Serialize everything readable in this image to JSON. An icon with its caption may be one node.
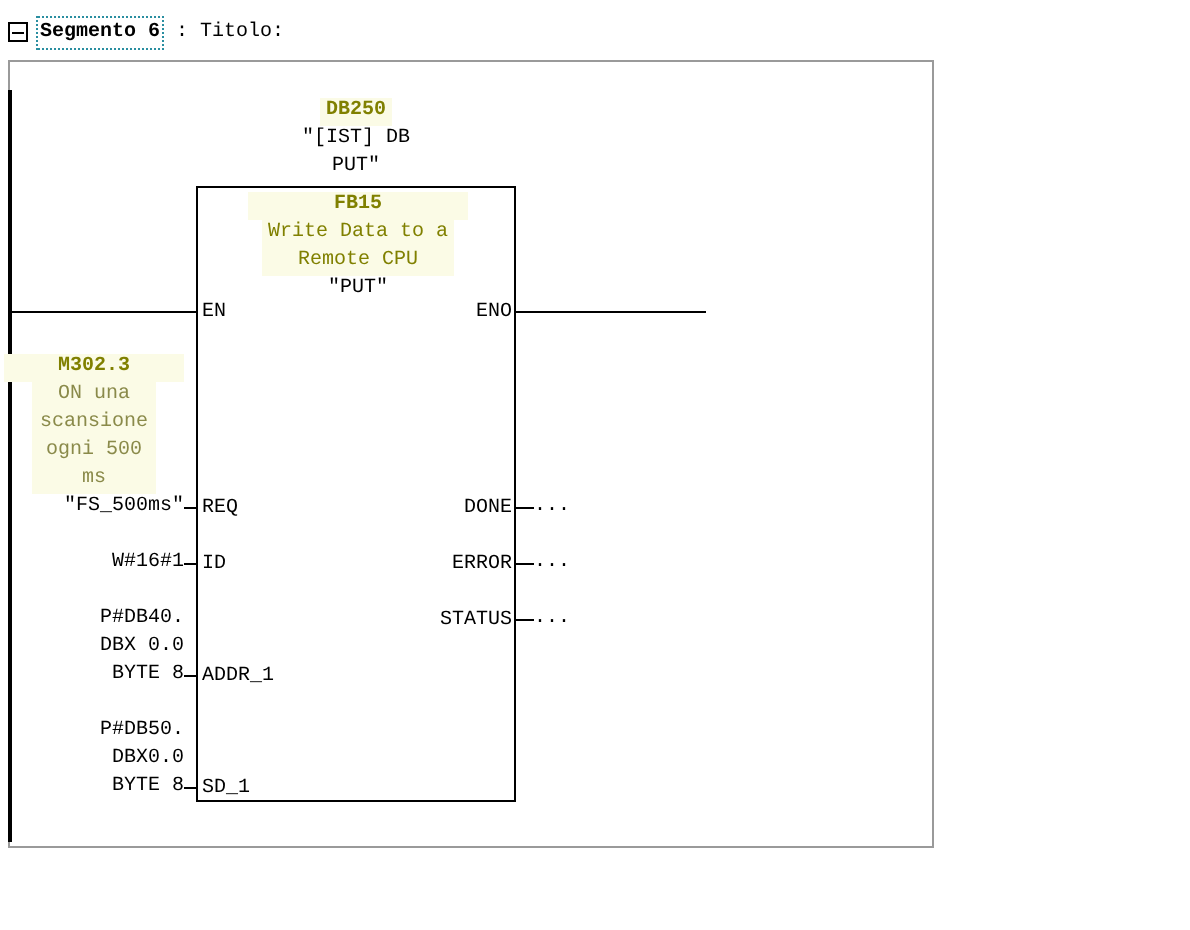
{
  "diagram": {
    "title": "Segmento 6",
    "nodes": [
      {
        "text": [
          "FB15",
          "Write Data to a Remote CPU",
          "\"PUT\""
        ],
        "beside": [
          "DB250",
          "\"[IST] DB PUT\""
        ]
      },
      {
        "text": [
          "EN"
        ],
        "in": 0
      },
      {
        "text": [
          "ENO"
        ],
        "in": 0
      },
      {
        "text": [
          "REQ"
        ],
        "in": 0
      },
      {
        "text": [
          "DONE"
        ],
        "in": 0
      },
      {
        "text": [
          "ID"
        ],
        "in": 0
      },
      {
        "text": [
          "ERROR"
        ],
        "in": 0
      },
      {
        "text": [
          "ADDR_1"
        ],
        "in": 0
      },
      {
        "text": [
          "STATUS"
        ],
        "in": 0
      },
      {
        "text": [
          "SD_1"
        ],
        "in": 0
      },
      {
        "text": [
          "M302.3",
          "ON una scansione ogni 500 ms",
          "\"FS_500ms\""
        ]
      },
      {
        "text": [
          "W#16#1"
        ]
      },
      {
        "text": [
          "P#DB40. DBX 0.0 BYTE 8"
        ]
      },
      {
        "text": [
          "P#DB50. DBX0.0 BYTE 8"
        ]
      },
      {
        "text": [
          "..."
        ]
      },
      {
        "text": [
          "..."
        ]
      },
      {
        "text": [
          "..."
        ]
      }
    ],
    "edges": [
      {
        "from": null,
        "to": 1,
        "arrow": "none"
      },
      {
        "from": 2,
        "to": null,
        "arrow": "none"
      },
      {
        "from": 10,
        "to": 3,
        "arrow": "none"
      },
      {
        "from": 11,
        "to": 5,
        "arrow": "none"
      },
      {
        "from": 12,
        "to": 7,
        "arrow": "none"
      },
      {
        "from": 13,
        "to": 9,
        "arrow": "none"
      },
      {
        "from": 4,
        "to": 14,
        "arrow": "none"
      },
      {
        "from": 6,
        "to": 15,
        "arrow": "none"
      },
      {
        "from": 8,
        "to": 16,
        "arrow": "none"
      }
    ],
    "labels": [
      ": Titolo:"
    ]
  }
}
